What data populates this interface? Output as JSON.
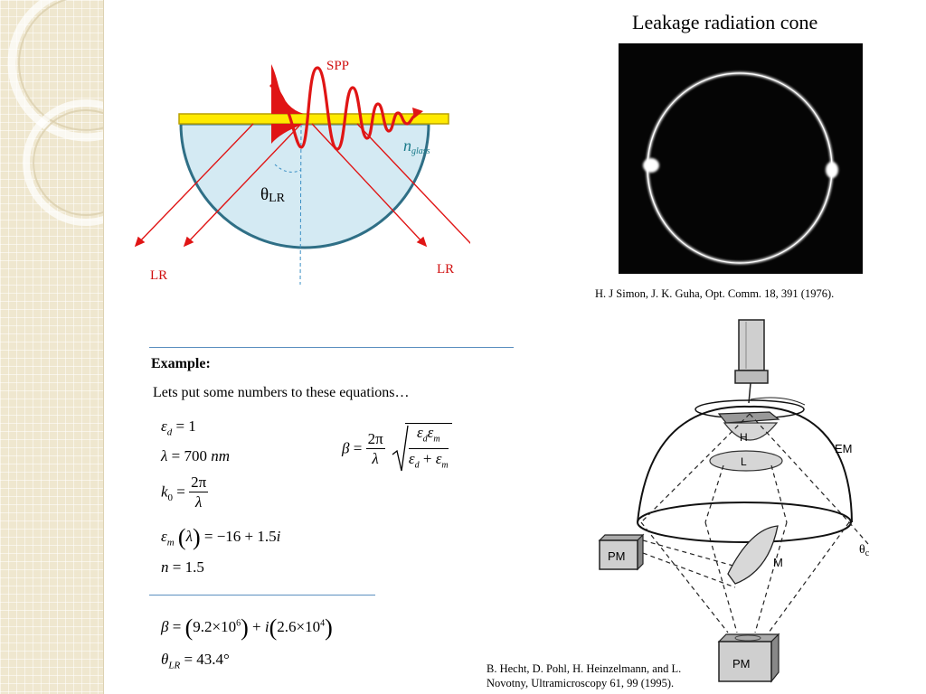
{
  "slide": {
    "title": "Leakage radiation cone",
    "citation_top": "H. J Simon, J. K. Guha, Opt. Comm. 18, 391 (1976).",
    "citation_bottom": "B. Hecht, D. Pohl, H. Heinzelmann, and L. Novotny, Ultramicroscopy 61, 99 (1995)."
  },
  "diagram_spp": {
    "spp_label": "SPP",
    "n_label": "n",
    "n_sub": "glass",
    "theta_label": "θ",
    "theta_sub": "LR",
    "lr_left": "LR",
    "lr_right": "LR"
  },
  "diagram_setup": {
    "label_h": "H",
    "label_l": "L",
    "label_em": "EM",
    "label_pm_left": "PM",
    "label_m": "M",
    "label_theta": "θ",
    "label_theta_sub": "c",
    "label_pm_bottom": "PM"
  },
  "example": {
    "heading": "Example:",
    "intro": "Lets put some numbers to these equations…",
    "eq_eps_d": {
      "sym": "ε",
      "sub": "d",
      "rhs": "= 1"
    },
    "eq_lambda": {
      "sym": "λ",
      "rhs": "= 700",
      "unit": "nm"
    },
    "eq_k0": {
      "sym": "k",
      "sub": "0",
      "eq": "=",
      "num": "2π",
      "den": "λ"
    },
    "eq_eps_m": {
      "sym": "ε",
      "sub": "m",
      "arg": "λ",
      "rhs": "= −16 + 1.5",
      "imag": "i"
    },
    "eq_n": {
      "sym": "n",
      "rhs": "= 1.5"
    },
    "eq_beta_def": {
      "sym": "β",
      "eq": "=",
      "num": "2π",
      "den": "λ",
      "root_num": "ε",
      "root_num_sub1": "d",
      "root_num_sub2": "m",
      "root_den_a": "ε",
      "root_den_sub_a": "d",
      "root_den_plus": "+",
      "root_den_b": "ε",
      "root_den_sub_b": "m"
    },
    "eq_beta_val": {
      "sym": "β",
      "eq": "=",
      "re_mant": "9.2×10",
      "re_exp": "6",
      "plus": "+",
      "imag": "i",
      "im_mant": "2.6×10",
      "im_exp": "4"
    },
    "eq_theta": {
      "sym": "θ",
      "sub": "LR",
      "rhs": "= 43.4°"
    }
  }
}
